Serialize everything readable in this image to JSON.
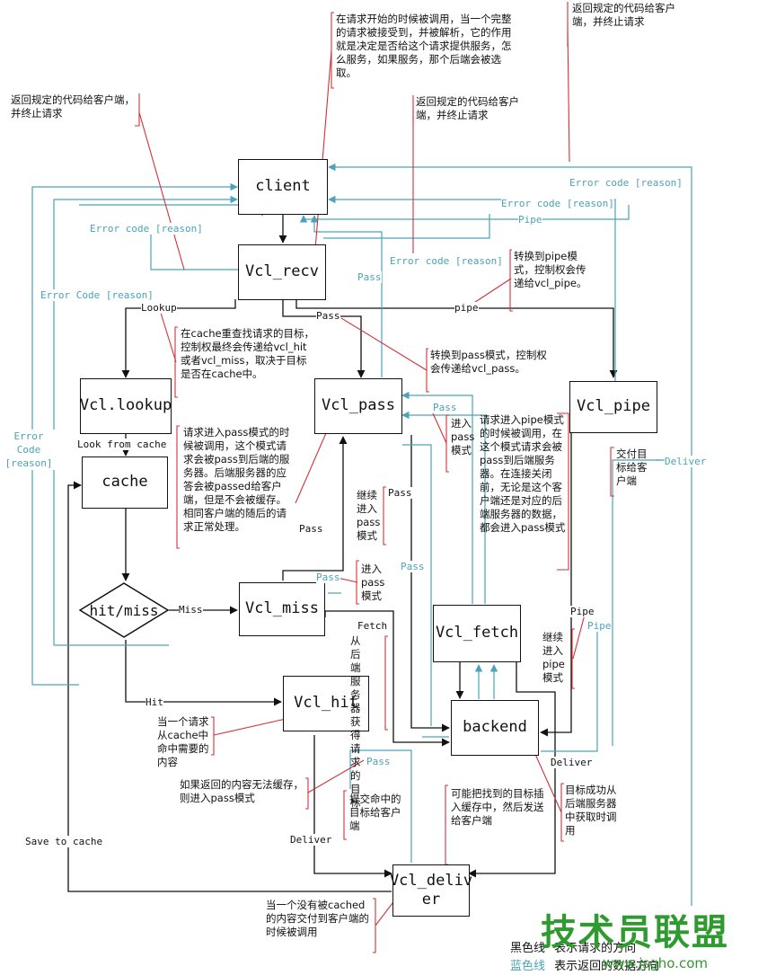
{
  "nodes": {
    "client": "client",
    "vcl_recv": "Vcl_recv",
    "vcl_lookup": "Vcl.lookup",
    "cache": "cache",
    "hit_miss": "hit/miss",
    "vcl_pass": "Vcl_pass",
    "vcl_pipe": "Vcl_pipe",
    "vcl_miss": "Vcl_miss",
    "vcl_hit": "Vcl_hit",
    "vcl_fetch": "Vcl_fetch",
    "backend": "backend",
    "vcl_deliver": "Vcl_deliv er"
  },
  "edge_labels": {
    "lookup": "Lookup",
    "pass_recv": "Pass",
    "pipe_recv": "pipe",
    "look_from_cache": "Look from cache",
    "miss": "Miss",
    "hit": "Hit",
    "pass_miss": "Pass",
    "fetch": "Fetch",
    "deliver_hit": "Deliver",
    "deliver_backend": "Deliver",
    "save_to_cache": "Save to cache",
    "pass_continue": "Pass",
    "pipe_continue": "Pipe"
  },
  "blue_labels": {
    "error_code_reason_left": "Error code [reason]",
    "error_code_reason_recv": "Error code [reason]",
    "error_code_reason_top": "Error code [reason]",
    "error_code_reason_mid": "Error code [reason]",
    "error_code_reason_outer": "Error Code [reason]",
    "error_code_left_edge": "Error Code [reason]",
    "pipe_top": "Pipe",
    "pass_recv_blue": "Pass",
    "pass_vcl_pass": "Pass",
    "pass_miss_blue": "Pass",
    "pass_continue_blue": "Pass",
    "pass_hit_blue": "Pass",
    "pipe_fetch_blue": "Pipe",
    "deliver_pipe_blue": "Deliver"
  },
  "notes": {
    "recv_desc": "在请求开始的时候被调用，当一个完整的请求被接受到，并被解析，它的作用就是决定是否给这个请求提供服务，怎么服务，如果服务，那个后端会被选取。",
    "return_code_topright": "返回规定的代码给客户端，并终止请求",
    "return_code_left": "返回规定的代码给客户端，并终止请求",
    "return_code_mid": "返回规定的代码给客户端，并终止请求",
    "to_pipe": "转换到pipe模式，控制权会传递给vcl_pipe。",
    "lookup_desc": "在cache重查找请求的目标，控制权最终会传递给vcl_hit或者vcl_miss，取决于目标是否在cache中。",
    "to_pass": "转换到pass模式，控制权会传递给vcl_pass。",
    "pass_desc": "请求进入pass模式的时候被调用，这个模式请求会被pass到后端的服务器。后端服务器的应答会被passed给客户端，但是不会被缓存。相同客户端的随后的请求正常处理。",
    "enter_pass_mode": "进入pass模式",
    "pipe_desc": "请求进入pipe模式的时候被调用，在这个模式请求会被pass到后端服务器。在连接关闭前，无论是这个客户端还是对应的后端服务器的数据，都会进入pass模式",
    "deliver_target": "交付目标给客户端",
    "continue_pass": "继续进入pass模式",
    "enter_pass_miss": "进入pass模式",
    "fetch_desc": "从后端服务器获得请求的目标",
    "continue_pipe": "继续进入pipe模式",
    "hit_desc": "当一个请求从cache中命中需要的内容",
    "uncacheable": "如果返回的内容无法缓存，则进入pass模式",
    "submit_target": "提交命中的目标给客户端",
    "insert_cache": "可能把找到的目标插入缓存中，然后发送给客户端",
    "fetch_success": "目标成功从后端服务器中获取时调用",
    "deliver_desc": "当一个没有被cached的内容交付到客户端的时候被调用"
  },
  "legend": {
    "black_line": "黑色线",
    "black_desc": "表示请求的方向",
    "blue_line": "蓝色线",
    "blue_desc": "表示返回的数据方向"
  },
  "watermark": {
    "brand": "技术员联盟",
    "url": "www.jsgho.com"
  },
  "colors": {
    "black": "#111111",
    "blue": "#4aa3b8",
    "red": "#d0323a",
    "watermark": "#2f9a2f"
  }
}
